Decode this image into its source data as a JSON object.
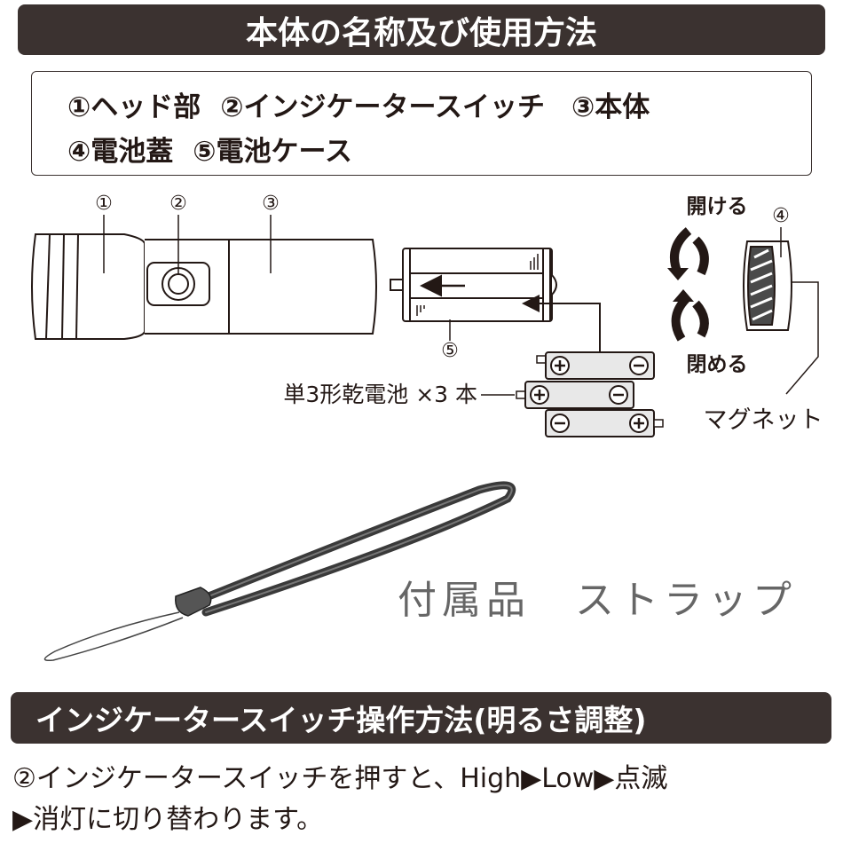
{
  "title": "本体の名称及び使用方法",
  "parts": {
    "p1": "①ヘッド部",
    "p2": "②インジケータースイッチ",
    "p3": "③本体",
    "p4": "④電池蓋",
    "p5": "⑤電池ケース"
  },
  "diagram": {
    "callout_1": "①",
    "callout_2": "②",
    "callout_3": "③",
    "callout_4": "④",
    "callout_5": "⑤",
    "open_label": "開ける",
    "close_label": "閉める",
    "magnet_label": "マグネット",
    "battery_label": "単3形乾電池 ×3 本"
  },
  "strap_label": "付属品　ストラップ",
  "section_title": "インジケータースイッチ操作方法(明るさ調整)",
  "instructions": {
    "line1": "②インジケータースイッチを押すと、High▶Low▶点滅",
    "line2": "▶消灯に切り替わります。"
  }
}
